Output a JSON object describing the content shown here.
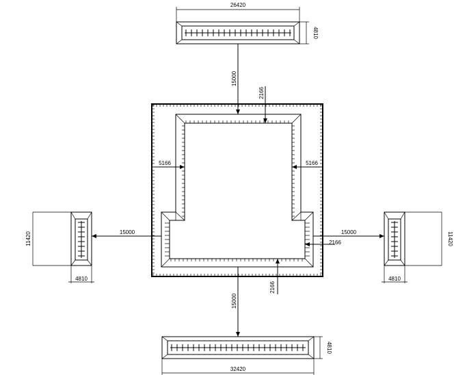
{
  "top_element": {
    "width": "26420",
    "depth": "4810"
  },
  "bottom_element": {
    "width": "32420",
    "depth": "4810"
  },
  "left_element": {
    "height": "11420",
    "depth": "4810"
  },
  "right_element": {
    "height": "11420",
    "depth": "4810"
  },
  "gaps": {
    "top": "15000",
    "bottom": "15000",
    "left": "15000",
    "right": "15000"
  },
  "wall_offsets": {
    "top": "2166",
    "bottom": "2166",
    "left": "5166",
    "right": "5166",
    "right_lower": "2166"
  }
}
